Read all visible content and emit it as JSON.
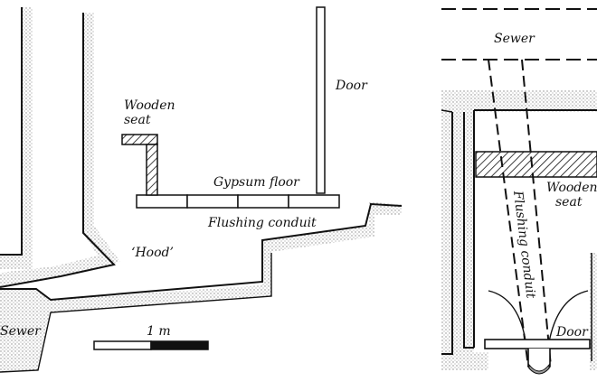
{
  "labels": {
    "wooden_seat_left_line1": "Wooden",
    "wooden_seat_left_line2": "seat",
    "gypsum_floor": "Gypsum floor",
    "flushing_conduit_left": "Flushing conduit",
    "door_left": "Door",
    "hood": "‘Hood’",
    "sewer_left": "Sewer",
    "scale": "1 m",
    "sewer_right": "Sewer",
    "flushing_conduit_right": "Flushing conduit",
    "wooden_seat_right_line1": "Wooden",
    "wooden_seat_right_line2": "seat",
    "door_right": "Door"
  },
  "colors": {
    "ink": "#111111",
    "stipple": "#bdbdbd",
    "fill_grey": "#9a9a9a"
  }
}
